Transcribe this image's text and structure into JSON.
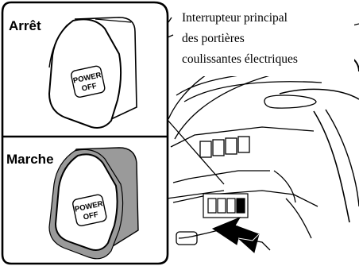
{
  "panels": {
    "top_label": "Arrêt",
    "bottom_label": "Marche"
  },
  "switch_text": {
    "line1": "POWER",
    "line2": "OFF"
  },
  "callout": {
    "line1": "Interrupteur principal",
    "line2": "des portières",
    "line3": "coulissantes électriques"
  }
}
